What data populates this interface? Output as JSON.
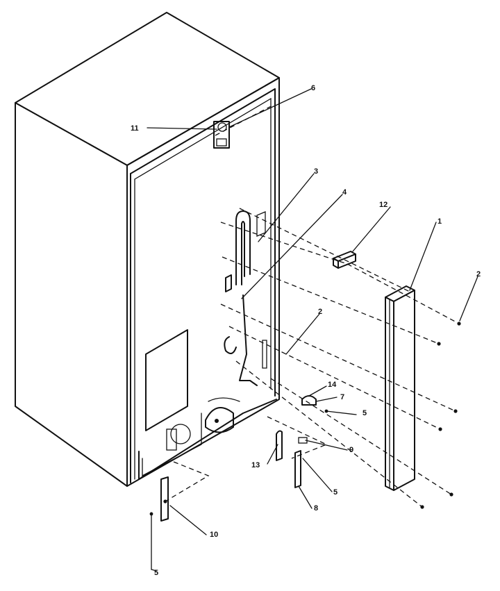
{
  "callouts": {
    "c1": "1",
    "c2a": "2",
    "c2b": "2",
    "c3": "3",
    "c4": "4",
    "c5a": "5",
    "c5b": "5",
    "c5c": "5",
    "c6": "6",
    "c7": "7",
    "c8": "8",
    "c9": "9",
    "c10": "10",
    "c11": "11",
    "c12": "12",
    "c13": "13",
    "c14": "14"
  }
}
